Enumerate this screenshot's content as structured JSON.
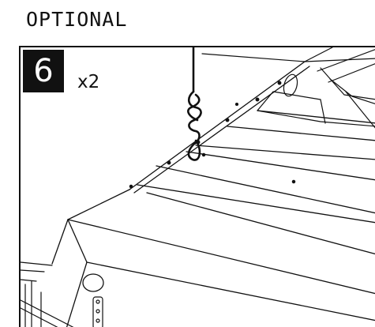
{
  "heading": "OPTIONAL",
  "step": {
    "number": "6",
    "quantity": "x2"
  }
}
